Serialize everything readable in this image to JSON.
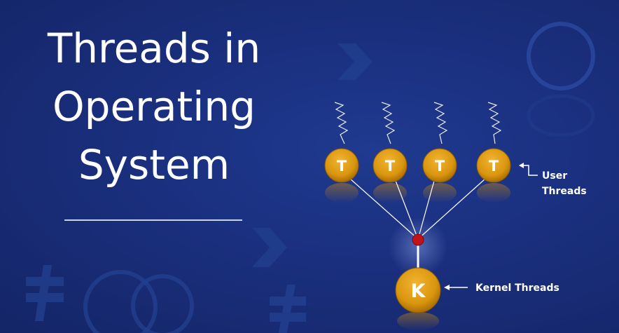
{
  "title": {
    "lines": [
      "Threads in",
      "Operating",
      "System"
    ]
  },
  "diagram": {
    "user_thread_letter": "T",
    "kernel_thread_letter": "K",
    "user_label_lines": [
      "User",
      "Threads"
    ],
    "kernel_label": "Kernel Threads",
    "user_thread_count": 4
  },
  "colors": {
    "background": "#1a2d78",
    "thread_circle": "#d9950e",
    "junction": "#c0141c",
    "text": "#ffffff"
  }
}
